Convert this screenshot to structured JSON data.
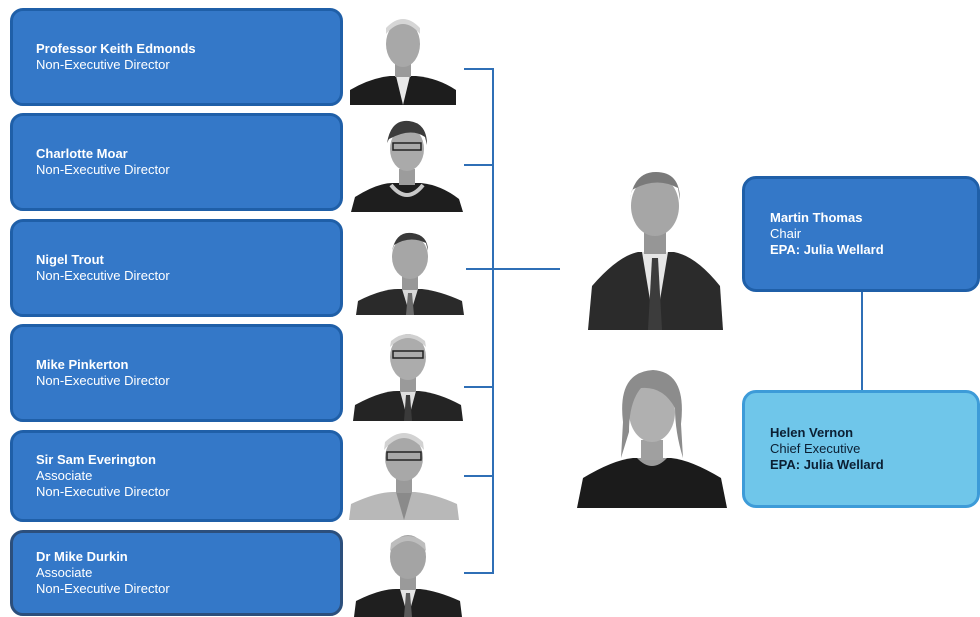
{
  "directors": [
    {
      "name": "Professor Keith Edmonds",
      "roles": [
        "Non-Executive Director"
      ]
    },
    {
      "name": "Charlotte Moar",
      "roles": [
        "Non-Executive Director"
      ]
    },
    {
      "name": "Nigel Trout",
      "roles": [
        "Non-Executive Director"
      ]
    },
    {
      "name": "Mike Pinkerton",
      "roles": [
        "Non-Executive Director"
      ]
    },
    {
      "name": "Sir Sam Everington",
      "roles": [
        "Associate",
        "Non-Executive Director"
      ]
    },
    {
      "name": "Dr Mike Durkin",
      "roles": [
        "Associate",
        "Non-Executive Director"
      ]
    }
  ],
  "chair": {
    "name": "Martin Thomas",
    "role": "Chair",
    "epa": "EPA: Julia Wellard"
  },
  "chief": {
    "name": "Helen Vernon",
    "role": "Chief Executive",
    "epa": "EPA: Julia Wellard"
  },
  "colors": {
    "card": "#3478c8",
    "card_border": "#1f5fa8",
    "chief_card": "#6fc6ea",
    "connector": "#2f6fb6"
  }
}
